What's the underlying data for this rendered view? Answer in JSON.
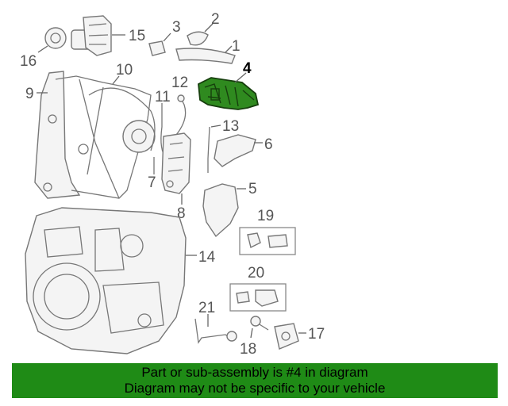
{
  "diagram": {
    "callouts": [
      "1",
      "2",
      "3",
      "4",
      "5",
      "6",
      "7",
      "8",
      "9",
      "10",
      "11",
      "12",
      "13",
      "14",
      "15",
      "16",
      "17",
      "18",
      "19",
      "20",
      "21"
    ],
    "highlighted_part": "4"
  },
  "banner": {
    "line1": "Part or sub-assembly is #4 in diagram",
    "line2": "Diagram may not be specific to your vehicle",
    "color": "#1f8b16"
  },
  "colors": {
    "highlight": "#2f8a1f",
    "line": "#777777"
  }
}
